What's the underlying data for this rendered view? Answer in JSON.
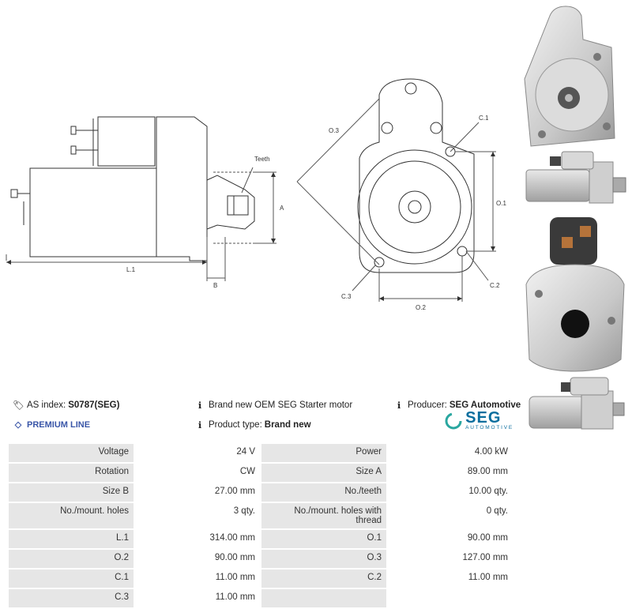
{
  "drawing_labels": {
    "teeth": "Teeth",
    "a": "A",
    "b": "B",
    "l1": "L.1",
    "o3": "O.3",
    "c1_top": "C.1",
    "o1": "O.1",
    "c3": "C.3",
    "c2": "C.2",
    "o2": "O.2"
  },
  "info": {
    "as_index_label": "AS index:",
    "as_index_value": "S0787(SEG)",
    "premium_line": "PREMIUM LINE",
    "description": "Brand new OEM SEG Starter motor",
    "product_type_label": "Product type:",
    "product_type_value": "Brand new",
    "producer_label": "Producer:",
    "producer_value": "SEG Automotive",
    "logo_text": "SEG",
    "logo_sub": "AUTOMOTIVE"
  },
  "specs": [
    {
      "l1": "Voltage",
      "v1": "24 V",
      "l2": "Power",
      "v2": "4.00 kW"
    },
    {
      "l1": "Rotation",
      "v1": "CW",
      "l2": "Size A",
      "v2": "89.00 mm"
    },
    {
      "l1": "Size B",
      "v1": "27.00 mm",
      "l2": "No./teeth",
      "v2": "10.00 qty."
    },
    {
      "l1": "No./mount. holes",
      "v1": "3 qty.",
      "l2": "No./mount. holes with thread",
      "v2": "0 qty."
    },
    {
      "l1": "L.1",
      "v1": "314.00 mm",
      "l2": "O.1",
      "v2": "90.00 mm"
    },
    {
      "l1": "O.2",
      "v1": "90.00 mm",
      "l2": "O.3",
      "v2": "127.00 mm"
    },
    {
      "l1": "C.1",
      "v1": "11.00 mm",
      "l2": "C.2",
      "v2": "11.00 mm"
    },
    {
      "l1": "C.3",
      "v1": "11.00 mm",
      "l2": "",
      "v2": ""
    }
  ],
  "colors": {
    "accent_blue": "#3a56a8",
    "seg_teal": "#0a6e9e",
    "label_bg": "#e6e6e6"
  }
}
